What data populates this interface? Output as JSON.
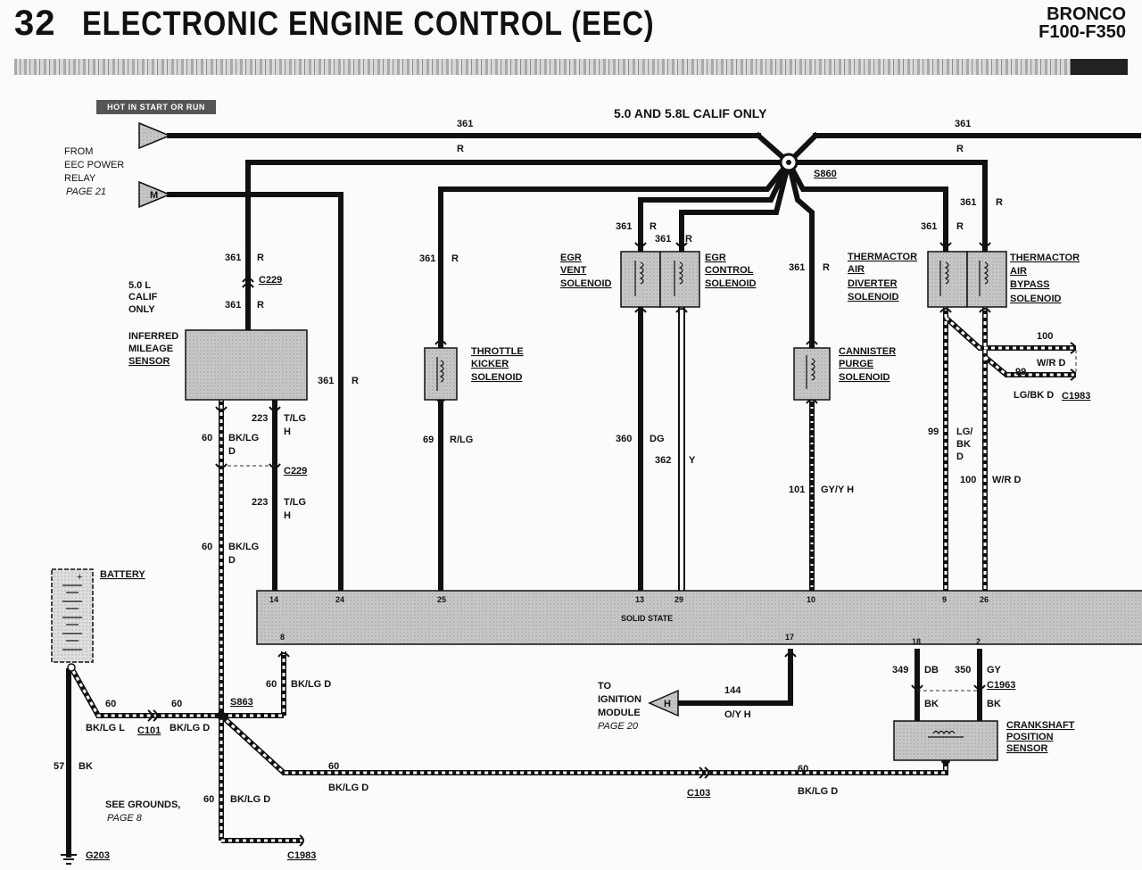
{
  "header": {
    "page_number": "32",
    "title": "ELECTRONIC ENGINE CONTROL (EEC)",
    "vehicle_line1": "BRONCO",
    "vehicle_line2": "F100-F350"
  },
  "highlight_label": "HOT IN START OR RUN",
  "section_title": "5.0 AND 5.8L CALIF ONLY",
  "source": {
    "line1": "FROM",
    "line2": "EEC POWER",
    "line3": "RELAY",
    "page": "PAGE 21",
    "connector_top": "",
    "connector_bottom": "M"
  },
  "splices": {
    "s860": "S860",
    "s863": "S863"
  },
  "connectors": {
    "c229_a": "C229",
    "c229_b": "C229",
    "c101": "C101",
    "c103": "C103",
    "c1983_a": "C1983",
    "c1983_b": "C1983",
    "c1963": "C1963"
  },
  "wires": {
    "w361": "361",
    "r": "R",
    "w223": "223",
    "t_lg": "T/LG",
    "h": "H",
    "w60": "60",
    "bk_lg": "BK/LG",
    "d": "D",
    "bk_lg_d": "BK/LG D",
    "bk_lg_l": "BK/LG L",
    "w69": "69",
    "r_lg": "R/LG",
    "w360": "360",
    "dg": "DG",
    "w362": "362",
    "y": "Y",
    "w101": "101",
    "gy_y_h": "GY/Y H",
    "w99": "99",
    "lg": "LG/",
    "bk": "BK",
    "lg_bk_d": "LG/BK D",
    "w100": "100",
    "w_r_d": "W/R D",
    "w144": "144",
    "o_y_h": "O/Y H",
    "w57": "57",
    "w349": "349",
    "db": "DB",
    "w350": "350",
    "gy": "GY"
  },
  "components": {
    "inferred_mileage": [
      "INFERRED",
      "MILEAGE",
      "SENSOR"
    ],
    "calif_note": [
      "5.0 L",
      "CALIF",
      "ONLY"
    ],
    "throttle_kicker": [
      "THROTTLE",
      "KICKER",
      "SOLENOID"
    ],
    "egr_vent": [
      "EGR",
      "VENT",
      "SOLENOID"
    ],
    "egr_control": [
      "EGR",
      "CONTROL",
      "SOLENOID"
    ],
    "cannister_purge": [
      "CANNISTER",
      "PURGE",
      "SOLENOID"
    ],
    "thermactor_diverter": [
      "THERMACTOR",
      "AIR",
      "DIVERTER",
      "SOLENOID"
    ],
    "thermactor_bypass": [
      "THERMACTOR",
      "AIR",
      "BYPASS",
      "SOLENOID"
    ],
    "battery": "BATTERY",
    "crankshaft": [
      "CRANKSHAFT",
      "POSITION",
      "SENSOR"
    ],
    "module_label": "SOLID STATE"
  },
  "pins": {
    "p14": "14",
    "p24": "24",
    "p25": "25",
    "p13": "13",
    "p29": "29",
    "p10": "10",
    "p9": "9",
    "p26": "26",
    "p8": "8",
    "p17": "17",
    "p18": "18",
    "p2": "2"
  },
  "ignition": {
    "line1": "TO",
    "line2": "IGNITION",
    "line3": "MODULE",
    "page": "PAGE 20",
    "connector": "H"
  },
  "grounds": {
    "line1": "SEE GROUNDS,",
    "page": "PAGE 8",
    "g203": "G203"
  }
}
